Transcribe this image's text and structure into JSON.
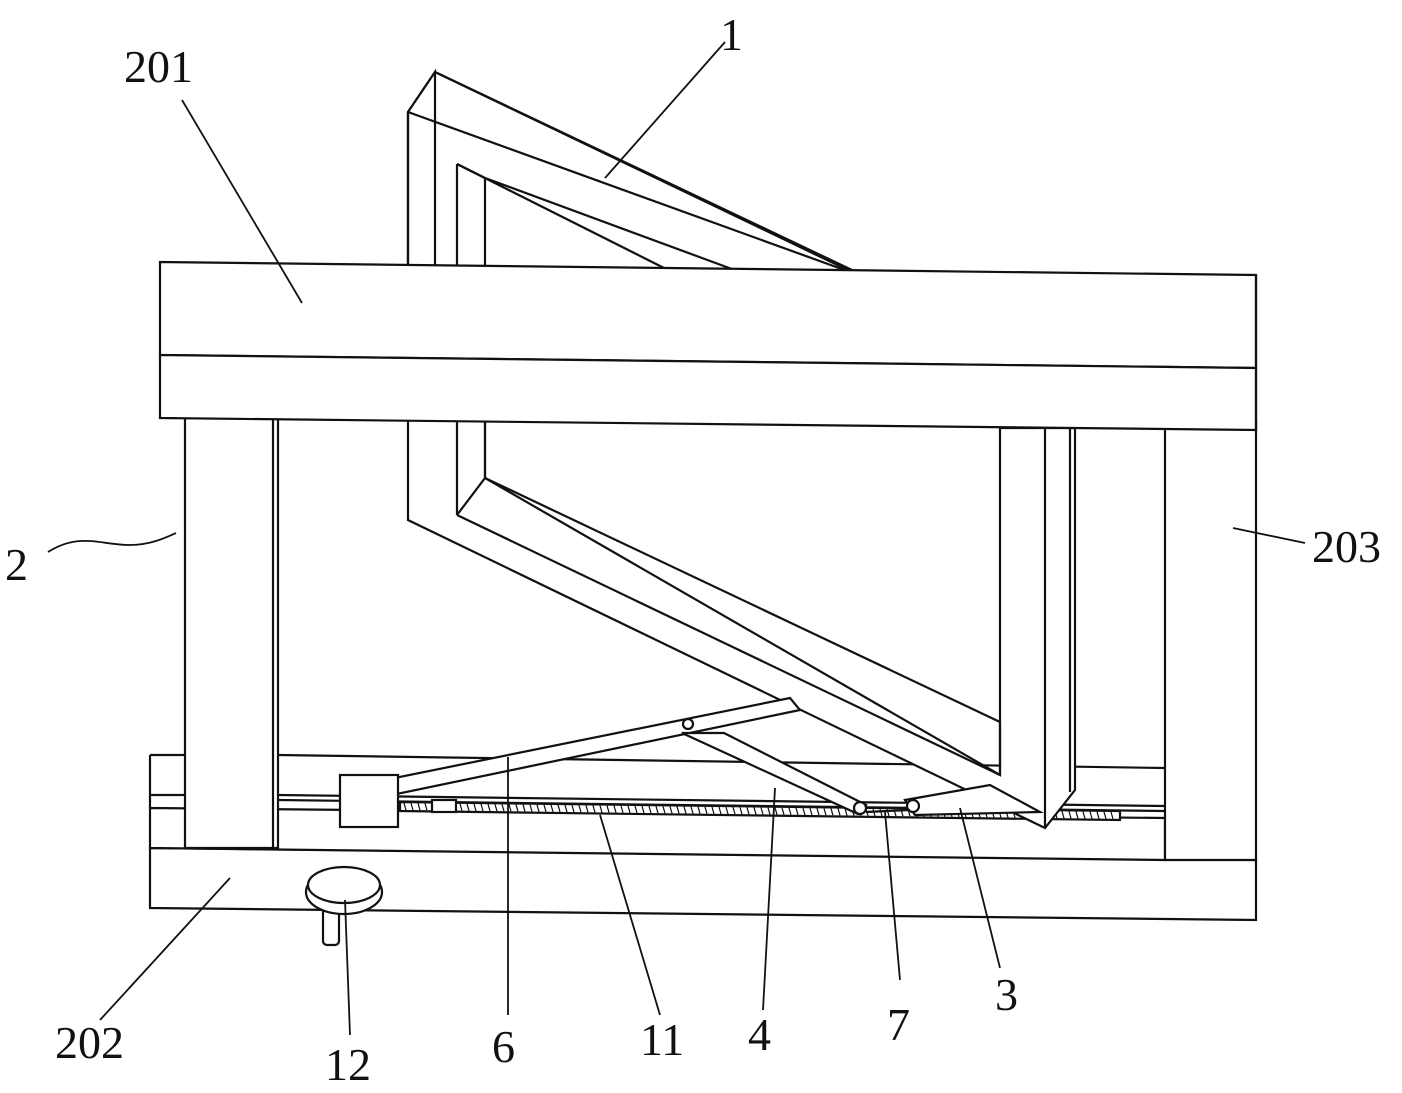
{
  "labels": {
    "l1": "1",
    "l201": "201",
    "l2": "2",
    "l203": "203",
    "l202": "202",
    "l12": "12",
    "l6": "6",
    "l11": "11",
    "l4": "4",
    "l7": "7",
    "l3": "3"
  },
  "colors": {
    "line": "#111111",
    "background": "#ffffff"
  }
}
